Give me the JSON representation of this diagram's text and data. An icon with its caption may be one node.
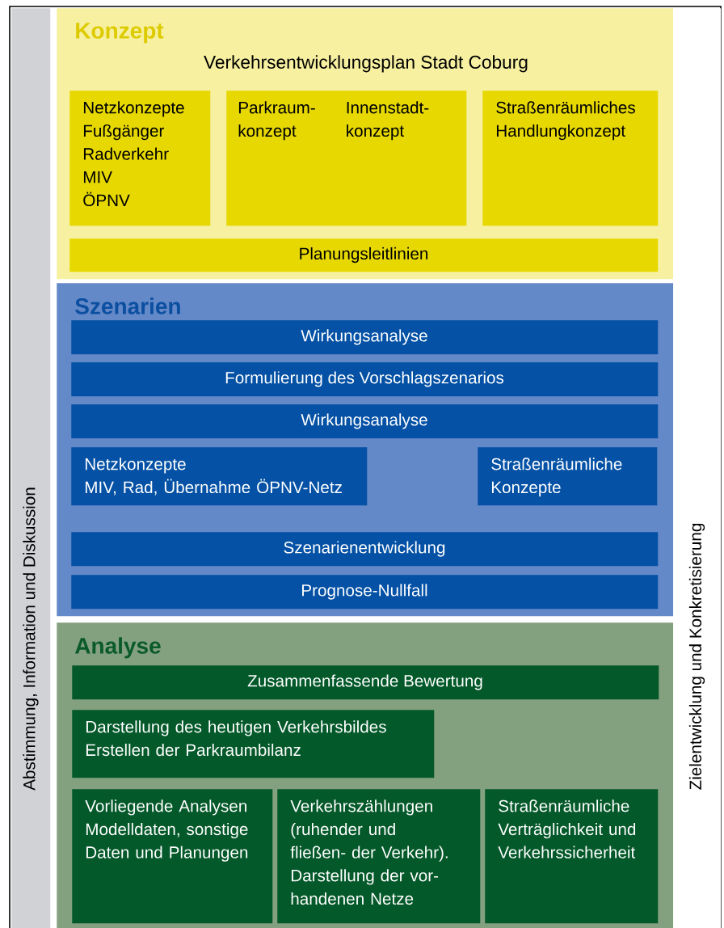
{
  "diagram": {
    "nodes": [
      {
        "text": [
          "Abstimmung, Information und Diskussion"
        ]
      },
      {
        "text": [
          "Konzept",
          "Verkehrsentwicklungsplan Stadt Coburg"
        ]
      },
      {
        "text": [
          "Netzkonzepte",
          "Fußgänger",
          "Radverkehr",
          "MIV",
          "ÖPNV"
        ],
        "in": 1
      },
      {
        "text": [
          "Parkraum- konzept",
          "Innenstadt- konzept"
        ],
        "in": 1
      },
      {
        "text": [
          "Straßenräumliches Handlungkonzept"
        ],
        "in": 1
      },
      {
        "text": [
          "Planungsleitlinien"
        ],
        "in": 1
      },
      {
        "text": [
          "Szenarien"
        ]
      },
      {
        "text": [
          "Wirkungsanalyse"
        ],
        "in": 6
      },
      {
        "text": [
          "Formulierung des Vorschlagszenarios"
        ],
        "in": 6
      },
      {
        "text": [
          "Wirkungsanalyse"
        ],
        "in": 6
      },
      {
        "text": [
          "Netzkonzepte",
          "MIV, Rad, Übernahme ÖPNV-Netz"
        ],
        "in": 6
      },
      {
        "text": [
          "Straßenräumliche Konzepte"
        ],
        "in": 6
      },
      {
        "text": [
          "Szenarienentwicklung"
        ],
        "in": 6
      },
      {
        "text": [
          "Prognose-Nullfall"
        ],
        "in": 6
      },
      {
        "text": [
          "Analyse"
        ]
      },
      {
        "text": [
          "Zusammenfassende Bewertung"
        ],
        "in": 14
      },
      {
        "text": [
          "Darstellung des heutigen Verkehrsbildes",
          "Erstellen der Parkraumbilanz"
        ],
        "in": 14
      },
      {
        "text": [
          "Vorliegende Analysen",
          "Modelldaten, sonstige Daten und Planungen"
        ],
        "in": 14
      },
      {
        "text": [
          "Verkehrszählungen (ruhender und fließen- der Verkehr). Darstellung der vor- handenen Netze"
        ],
        "in": 14
      },
      {
        "text": [
          "Straßenräumliche Verträglichkeit und Verkehrssicherheit"
        ],
        "in": 14
      },
      {
        "text": [
          "Zielentwicklung und Konkretisierung"
        ]
      }
    ]
  }
}
